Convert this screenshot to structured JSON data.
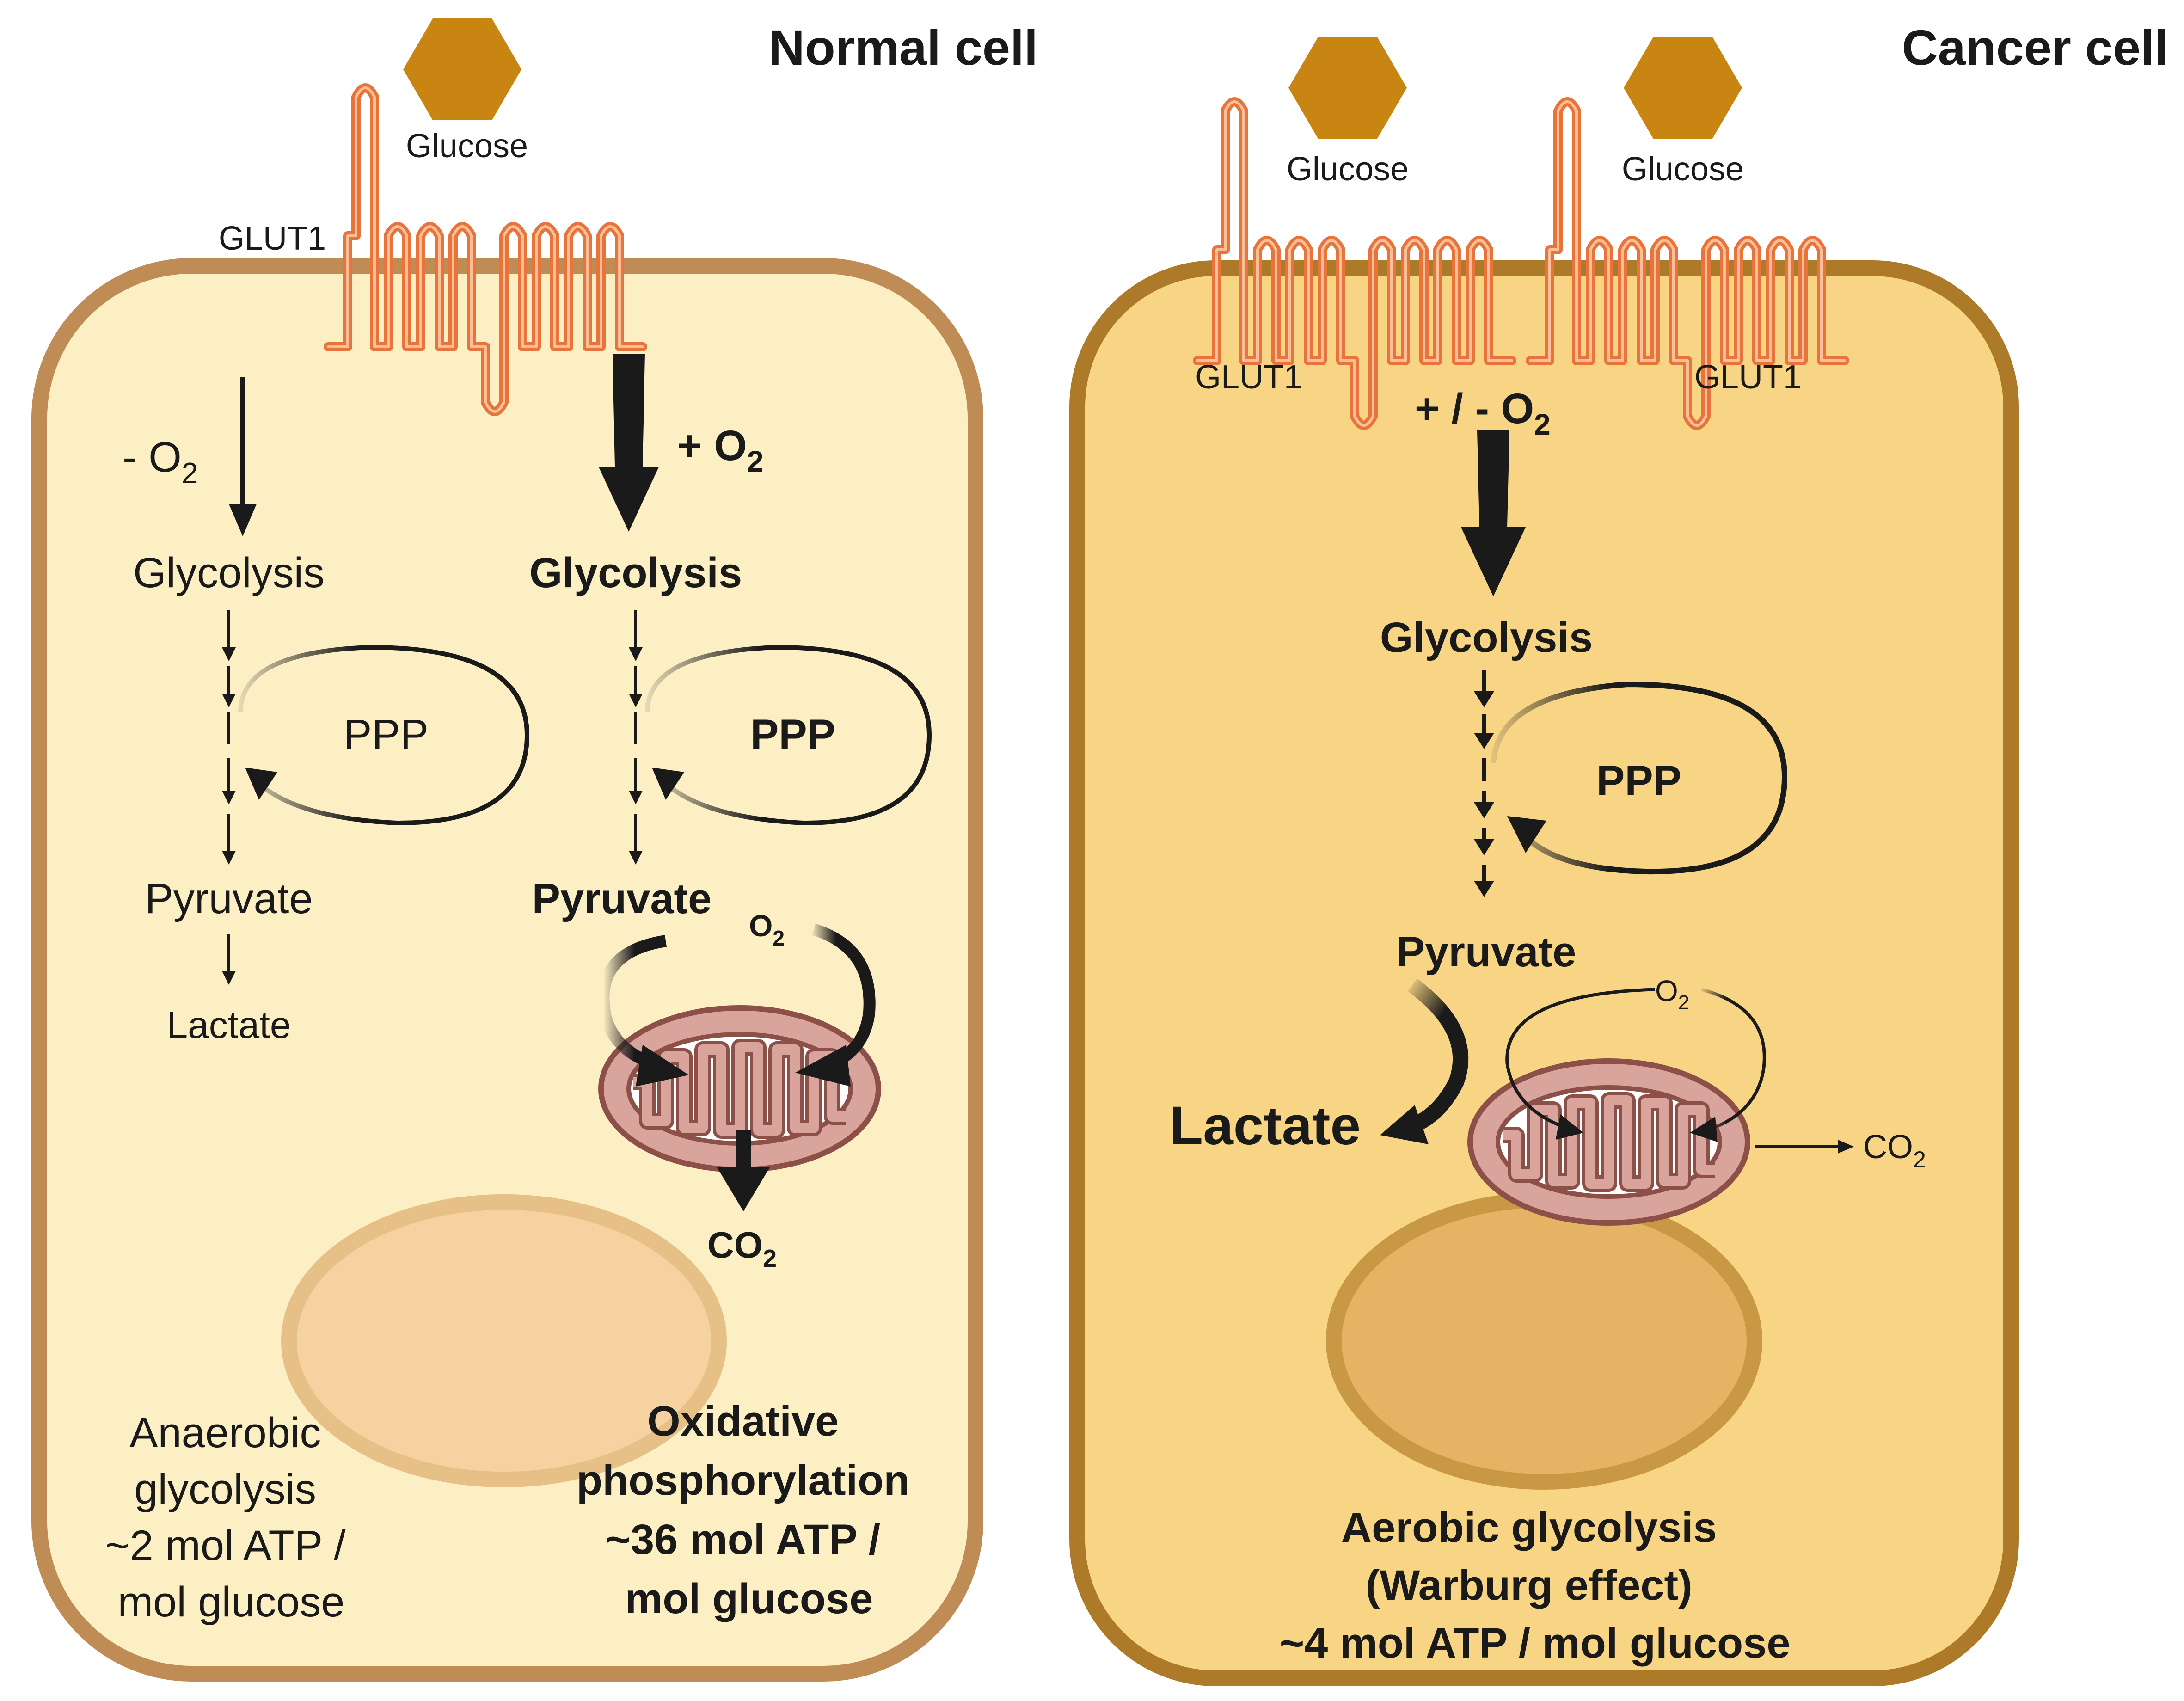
{
  "titles": {
    "normal": "Normal cell",
    "cancer": "Cancer cell"
  },
  "labels": {
    "glucose": "Glucose",
    "glut1": "GLUT1",
    "minus_o2": "- O",
    "plus_o2": "+ O",
    "plus_minus_o2": "+ / - O",
    "o2_sub": "2",
    "o2": "O",
    "co2": "CO",
    "glycolysis": "Glycolysis",
    "ppp": "PPP",
    "pyruvate": "Pyruvate",
    "lactate": "Lactate"
  },
  "captions": {
    "anaerobic": [
      "Anaerobic",
      "glycolysis",
      "~2 mol ATP /",
      "mol glucose"
    ],
    "oxidative": [
      "Oxidative",
      "phosphorylation",
      "~36 mol ATP /",
      "mol glucose"
    ],
    "warburg": [
      "Aerobic glycolysis",
      "(Warburg effect)",
      "~4 mol ATP / mol glucose"
    ]
  },
  "colors": {
    "normal_cytoplasm": "#fcefc4",
    "normal_membrane": "#bf8c56",
    "normal_nucleus": "#f6d2a0",
    "normal_nucleus_edge": "#e6c086",
    "cancer_cytoplasm": "#f8d584",
    "cancer_membrane": "#ad7a2a",
    "cancer_nucleus": "#e4b464",
    "cancer_nucleus_edge": "#c99845",
    "glucose": "#c98512",
    "glut1": "#e8743c",
    "mitochondria": "#d8a49c",
    "mitochondria_edge": "#8c5048",
    "arrow": "#1a1a1a"
  },
  "icons": [
    "glucose-hexagon-icon",
    "glut1-transporter-icon",
    "mitochondrion-icon",
    "nucleus-icon",
    "ppp-loop-arrow-icon"
  ]
}
